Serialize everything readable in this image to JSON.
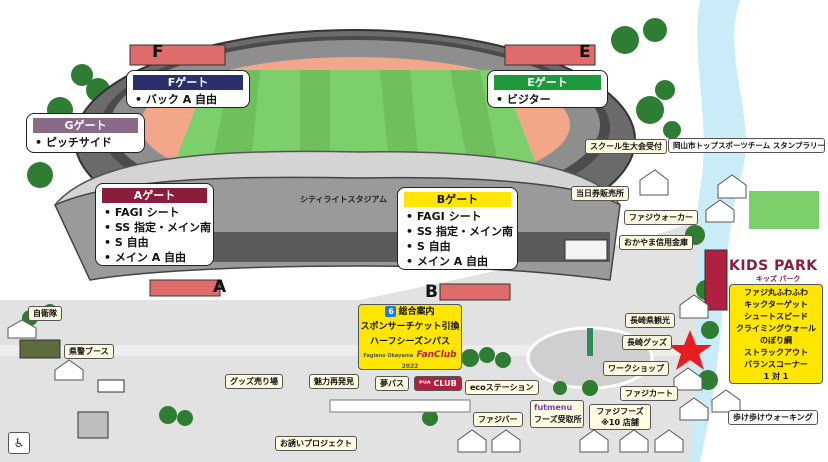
{
  "stadium_name": "シティライトスタジアム",
  "gate_letters": {
    "f": "F",
    "e": "E",
    "a": "A",
    "b": "B"
  },
  "gates": {
    "f": {
      "title": "Fゲート",
      "items": [
        "バック A 自由"
      ],
      "color": "#2b2f6b"
    },
    "e": {
      "title": "Eゲート",
      "items": [
        "ビジター"
      ],
      "color": "#1e9a3c"
    },
    "g": {
      "title": "Gゲート",
      "items": [
        "ピッチサイド"
      ],
      "color": "#8a6a86"
    },
    "a": {
      "title": "Aゲート",
      "items": [
        "FAGI シート",
        "SS 指定・メイン南",
        "S 自由",
        "メイン A 自由"
      ],
      "color": "#8a1d3b"
    },
    "b": {
      "title": "Bゲート",
      "items": [
        "FAGI シート",
        "SS 指定・メイン南",
        "S 自由",
        "メイン A 自由"
      ],
      "color": "#ffe600"
    }
  },
  "info_center": {
    "icon": "6",
    "lines": [
      "総合案内",
      "スポンサーチケット引換",
      "ハーフシーズンパス"
    ],
    "fanclub": "FanClub",
    "fanclub_sub": "Fagiano Okayama",
    "fanclub_year": "2022"
  },
  "tags": {
    "school": "スクール生大会受付",
    "okayama_city": "岡山市トップスポーツチーム スタンプラリー",
    "same_day_ticket": "当日券販売所",
    "fagi_walker": "ファジウォーカー",
    "shinkin": "おかやま信用金庫",
    "nagasaki_kanko": "長崎県観光",
    "nagasaki_goods": "長崎グッズ",
    "workshop": "ワークショップ",
    "fagi_cart": "ファジカート",
    "fagi_foods": "ファジフーズ",
    "fagi_foods_sub": "※10 店舗",
    "eco_station": "ecoステーション",
    "dream_pass": "夢パス",
    "goods_sales": "グッズ売り場",
    "charm_rediscovery": "魅力再発見",
    "fagi_bar": "ファジバー",
    "invite_project": "お誘いプロジェクト",
    "jieitai": "自衛隊",
    "kenkei": "県警ブース",
    "aruki_walking": "歩け歩けウォーキング",
    "futmenu_logo": "futmenu",
    "futmenu_reception": "フーズ受取所",
    "pua_club": "ᴾᵁᴬ CLUB"
  },
  "kids_park": {
    "title": "KIDS PARK",
    "subtitle": "キッズ パーク",
    "items": [
      "ファジ丸ふわふわ",
      "キックターゲット",
      "シュートスピード",
      "クライミングウォール",
      "のぼり綱",
      "ストラックアウト",
      "バランスコーナー",
      "1 対 1"
    ]
  },
  "colors": {
    "road": "#e2e2e2",
    "field": "#7ccf6a",
    "track": "#f2a68a",
    "river": "#c9ecf8",
    "red_accent": "#e61e1e",
    "maroon": "#8a1d3b"
  }
}
